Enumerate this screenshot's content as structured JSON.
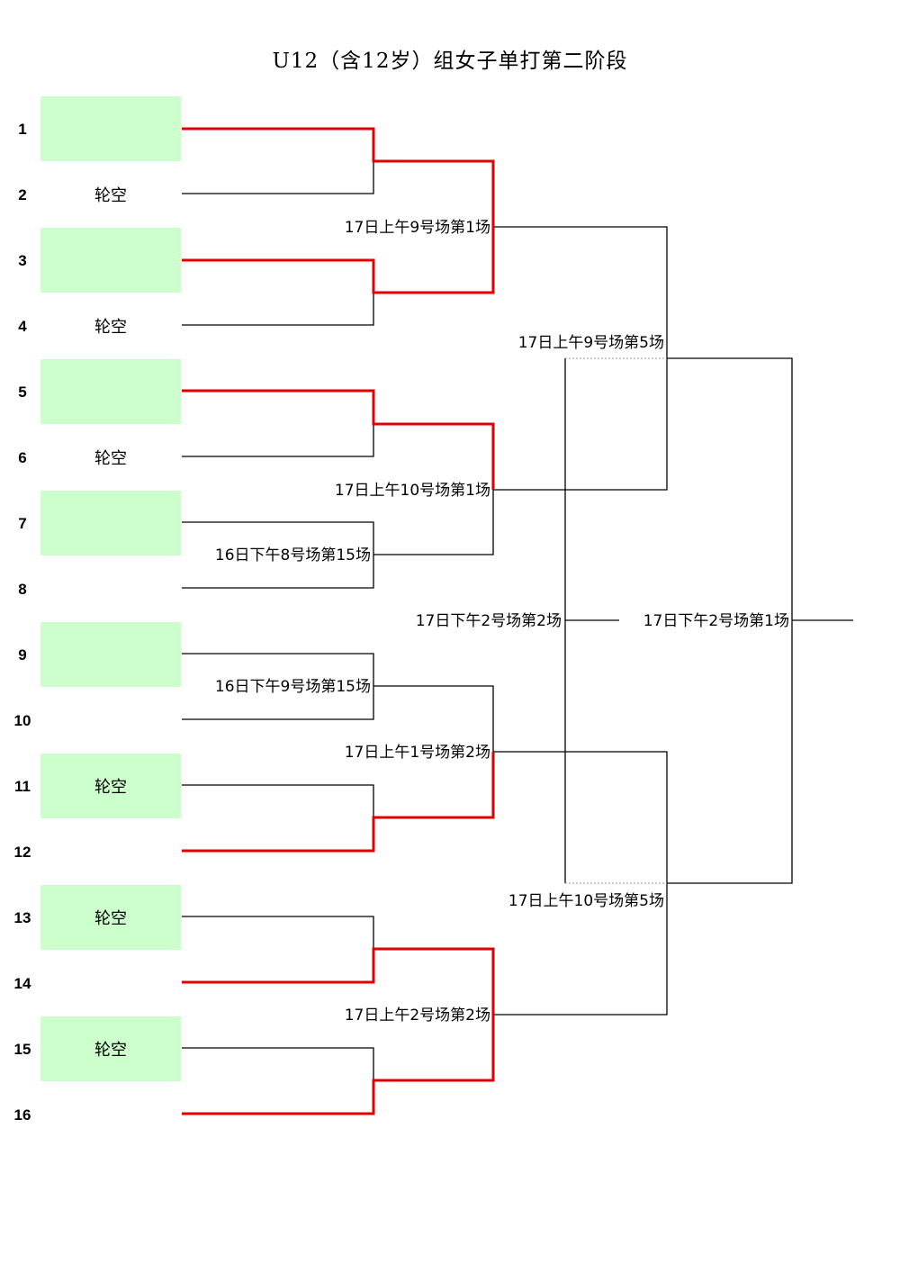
{
  "title": "U12（含12岁）组女子单打第二阶段",
  "colors": {
    "slot_fill": "#ccffcc",
    "winner_line": "#e00000",
    "line": "#000000",
    "dotted_line": "#999999"
  },
  "slots": [
    {
      "seed": "1",
      "text": "",
      "shaded": true
    },
    {
      "seed": "2",
      "text": "轮空",
      "shaded": false
    },
    {
      "seed": "3",
      "text": "",
      "shaded": true
    },
    {
      "seed": "4",
      "text": "轮空",
      "shaded": false
    },
    {
      "seed": "5",
      "text": "",
      "shaded": true
    },
    {
      "seed": "6",
      "text": "轮空",
      "shaded": false
    },
    {
      "seed": "7",
      "text": "",
      "shaded": true
    },
    {
      "seed": "8",
      "text": "",
      "shaded": false
    },
    {
      "seed": "9",
      "text": "",
      "shaded": true
    },
    {
      "seed": "10",
      "text": "",
      "shaded": false
    },
    {
      "seed": "11",
      "text": "轮空",
      "shaded": true
    },
    {
      "seed": "12",
      "text": "",
      "shaded": false
    },
    {
      "seed": "13",
      "text": "轮空",
      "shaded": true
    },
    {
      "seed": "14",
      "text": "",
      "shaded": false
    },
    {
      "seed": "15",
      "text": "轮空",
      "shaded": true
    },
    {
      "seed": "16",
      "text": "",
      "shaded": false
    }
  ],
  "matches": {
    "r1_1": "17日上午9号场第1场",
    "r1_2": "17日上午10号场第1场",
    "r1_3": "17日上午1号场第2场",
    "r1_4": "17日上午2号场第2场",
    "pre_7_8": "16日下午8号场第15场",
    "pre_9_10": "16日下午9号场第15场",
    "r2_top": "17日上午9号场第5场",
    "r2_bottom": "17日上午10号场第5场",
    "final_2": "17日下午2号场第2场",
    "final_1": "17日下午2号场第1场"
  }
}
